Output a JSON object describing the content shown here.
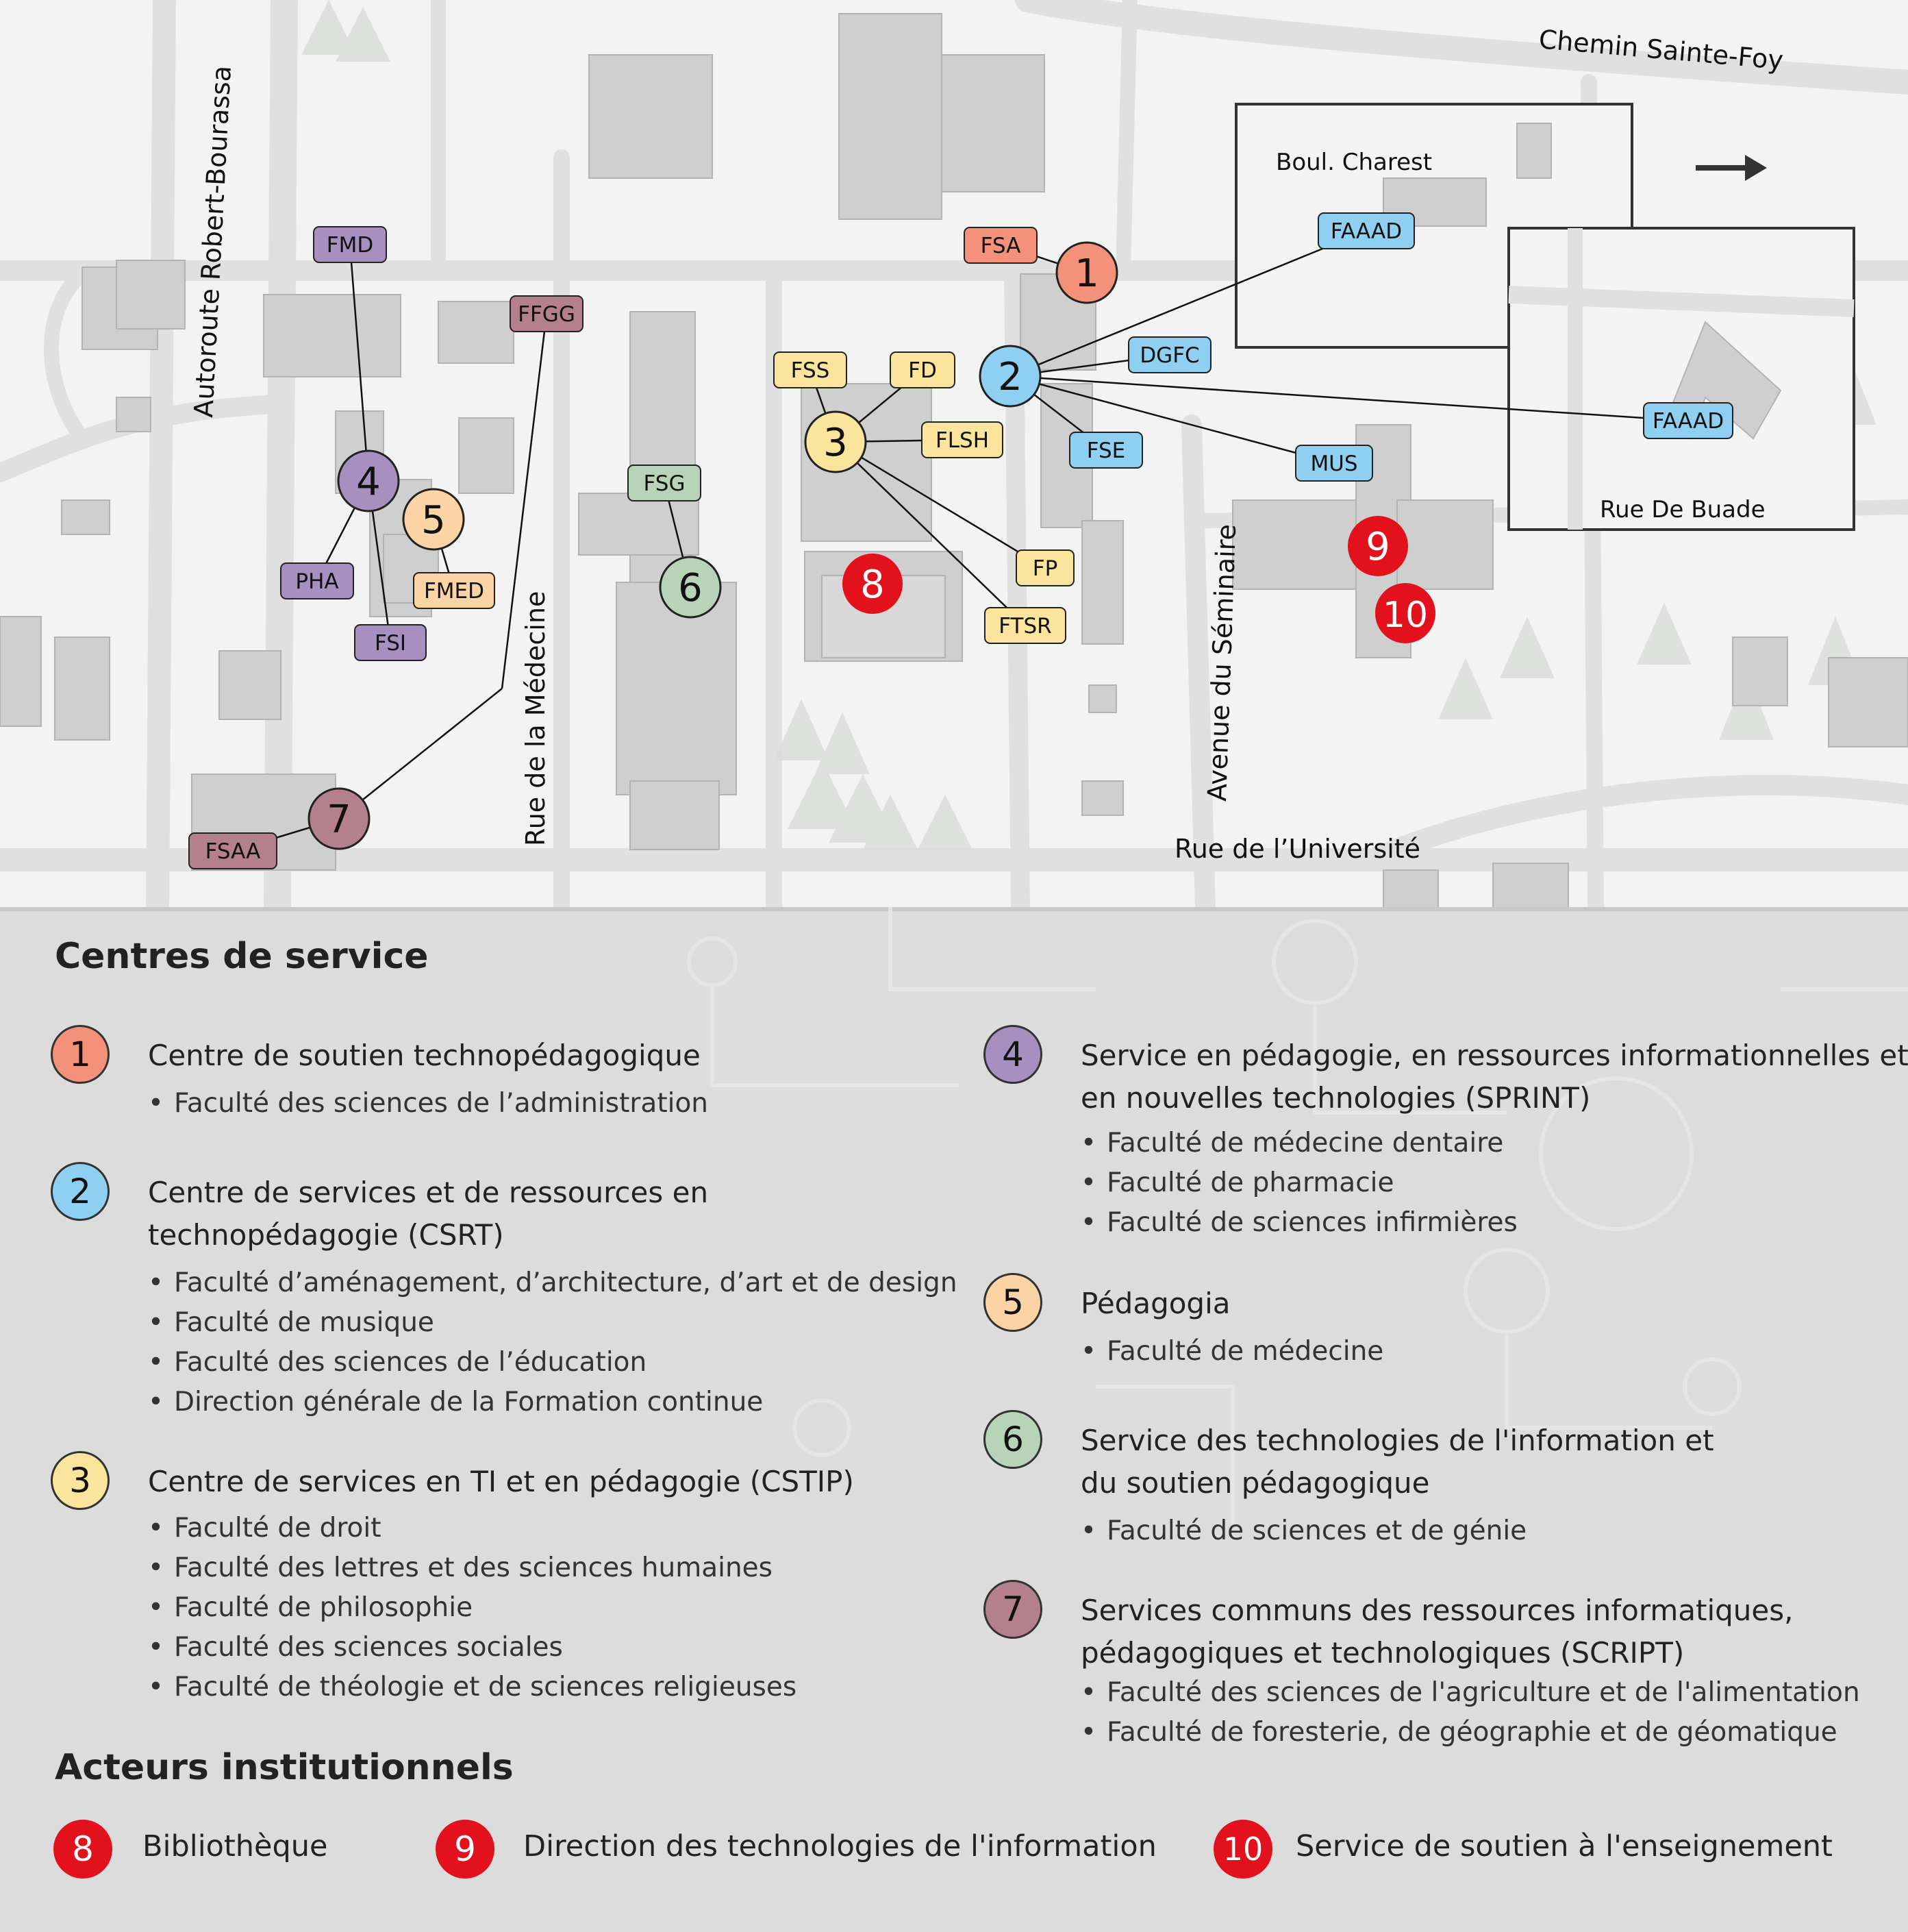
{
  "colors": {
    "c1": "#f4917a",
    "c2": "#8fd0f2",
    "c3": "#fbe49b",
    "c4": "#a78fc0",
    "c5": "#fcd3a5",
    "c6": "#b7d3b8",
    "c7": "#b4808e",
    "red": "#e2111b"
  },
  "streets": {
    "chemin_sainte_foy": "Chemin Sainte-Foy",
    "autoroute": "Autoroute Robert-Bourassa",
    "rue_medecine": "Rue de la Médecine",
    "avenue_seminaire": "Avenue du Séminaire",
    "rue_universite": "Rue de l’Université",
    "boul_charest": "Boul. Charest",
    "rue_buade": "Rue De Buade"
  },
  "map_labels": {
    "fmd": "FMD",
    "ffgg": "FFGG",
    "pha": "PHA",
    "fsi": "FSI",
    "fmed": "FMED",
    "fsg": "FSG",
    "fsaa": "FSAA",
    "fss": "FSS",
    "fd": "FD",
    "flsh": "FLSH",
    "fp": "FP",
    "ftsr": "FTSR",
    "fsa": "FSA",
    "dgfc": "DGFC",
    "fse": "FSE",
    "mus": "MUS",
    "faaad_charest": "FAAAD",
    "faaad_buade": "FAAAD"
  },
  "map_numbers": {
    "n1": "1",
    "n2": "2",
    "n3": "3",
    "n4": "4",
    "n5": "5",
    "n6": "6",
    "n7": "7",
    "n8": "8",
    "n9": "9",
    "n10": "10"
  },
  "legend": {
    "heading_centres": "Centres de service",
    "heading_acteurs": "Acteurs institutionnels",
    "centres": [
      {
        "number": "1",
        "title": "Centre de soutien technopédagogique",
        "items": [
          "Faculté des sciences de l’administration"
        ]
      },
      {
        "number": "2",
        "title": "Centre de services et de ressources en technopédagogie (CSRT)",
        "items": [
          "Faculté d’aménagement, d’architecture, d’art et de design",
          "Faculté de musique",
          "Faculté des sciences de l’éducation",
          "Direction générale de la Formation continue"
        ]
      },
      {
        "number": "3",
        "title": "Centre de services en TI et en pédagogie (CSTIP)",
        "items": [
          "Faculté de droit",
          "Faculté des lettres et des sciences humaines",
          "Faculté de philosophie",
          "Faculté des sciences sociales",
          "Faculté de théologie et de sciences religieuses"
        ]
      },
      {
        "number": "4",
        "title": "Service en pédagogie, en ressources informationnelles et en nouvelles technologies (SPRINT)",
        "items": [
          "Faculté de médecine dentaire",
          "Faculté de pharmacie",
          "Faculté de sciences infirmières"
        ]
      },
      {
        "number": "5",
        "title": "Pédagogia",
        "items": [
          "Faculté de médecine"
        ]
      },
      {
        "number": "6",
        "title": "Service des technologies de l'information et du soutien pédagogique",
        "items": [
          "Faculté de sciences et de génie"
        ]
      },
      {
        "number": "7",
        "title": "Services communs des ressources informatiques, pédagogiques et technologiques (SCRIPT)",
        "items": [
          "Faculté des sciences de l'agriculture et de l'alimentation",
          "Faculté de foresterie, de géographie et de géomatique"
        ]
      }
    ],
    "acteurs": [
      {
        "number": "8",
        "label": "Bibliothèque"
      },
      {
        "number": "9",
        "label": "Direction des technologies de l'information"
      },
      {
        "number": "10",
        "label": "Service de soutien à l'enseignement"
      }
    ]
  }
}
